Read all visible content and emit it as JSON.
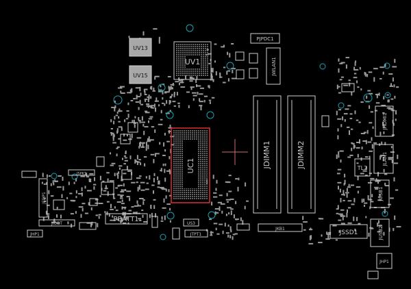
{
  "viewer": {
    "background": "#000000",
    "outline_color": "#cfcfcf",
    "pad_color": "#9a9a9a",
    "via_color": "#1aa3b3",
    "selection_color": "#e03030",
    "cursor_color": "#d07070"
  },
  "components": {
    "uv13": "UV13",
    "uv15": "UV15",
    "uv1": "UV1",
    "pjpdc1": "PJPDC1",
    "jwlan1": "JWLAN1",
    "uc1": "UC1",
    "jdimm1": "JDIMM1",
    "jdimm2": "JDIMM2",
    "jhdmi1": "JHDMI1",
    "jlan1": "JLAN1",
    "tl2": "TL2",
    "jusb1": "JUSB1",
    "jusb2": "JUSB2",
    "jssd1": "JSSD1",
    "jkb1": "JKB1",
    "jhp1_right": "JHP1",
    "pbatt1": "PBATT1",
    "jiobt": "JIOBT",
    "jhp1_left": "JHP1",
    "jedp1": "JEDP1",
    "jspk1": "JSPK1",
    "us3": "US3",
    "jtpt1": "JTPT1"
  }
}
